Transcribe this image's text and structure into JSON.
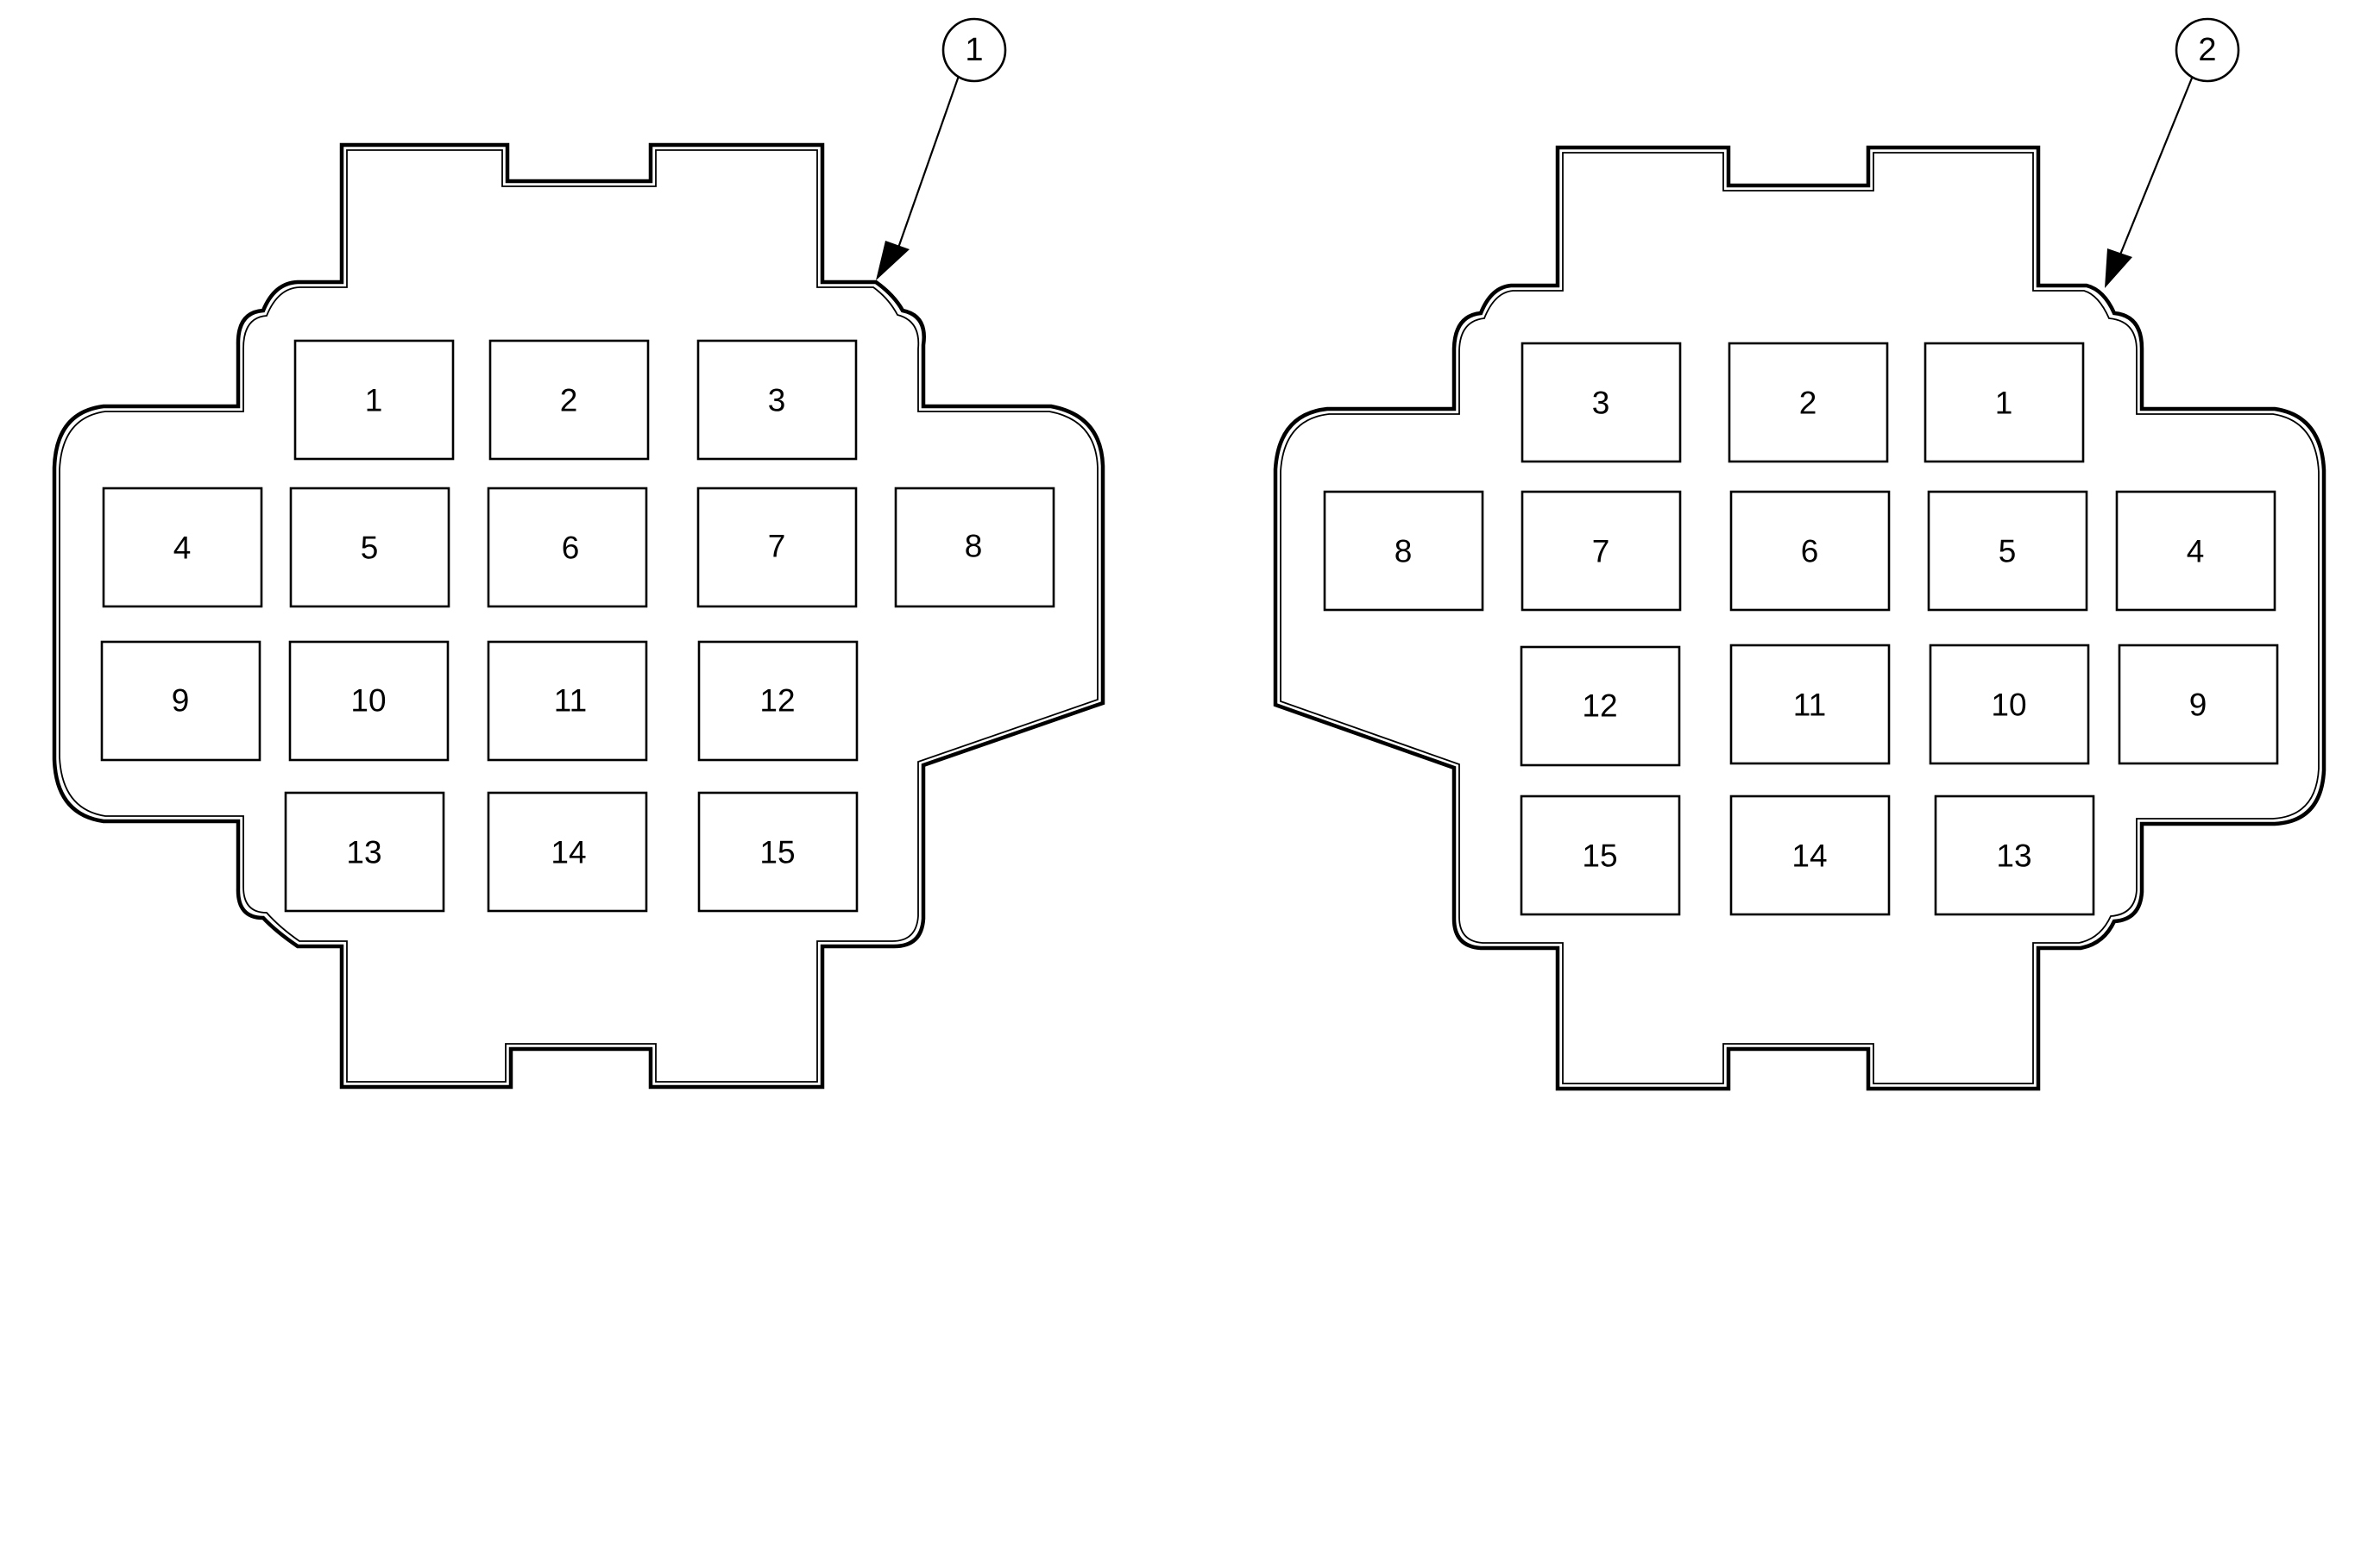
{
  "connectors": [
    {
      "callout": "1",
      "pins": [
        "1",
        "2",
        "3",
        "4",
        "5",
        "6",
        "7",
        "8",
        "9",
        "10",
        "11",
        "12",
        "13",
        "14",
        "15"
      ]
    },
    {
      "callout": "2",
      "pins": [
        "3",
        "2",
        "1",
        "8",
        "7",
        "6",
        "5",
        "4",
        "12",
        "11",
        "10",
        "9",
        "15",
        "14",
        "13"
      ]
    }
  ]
}
